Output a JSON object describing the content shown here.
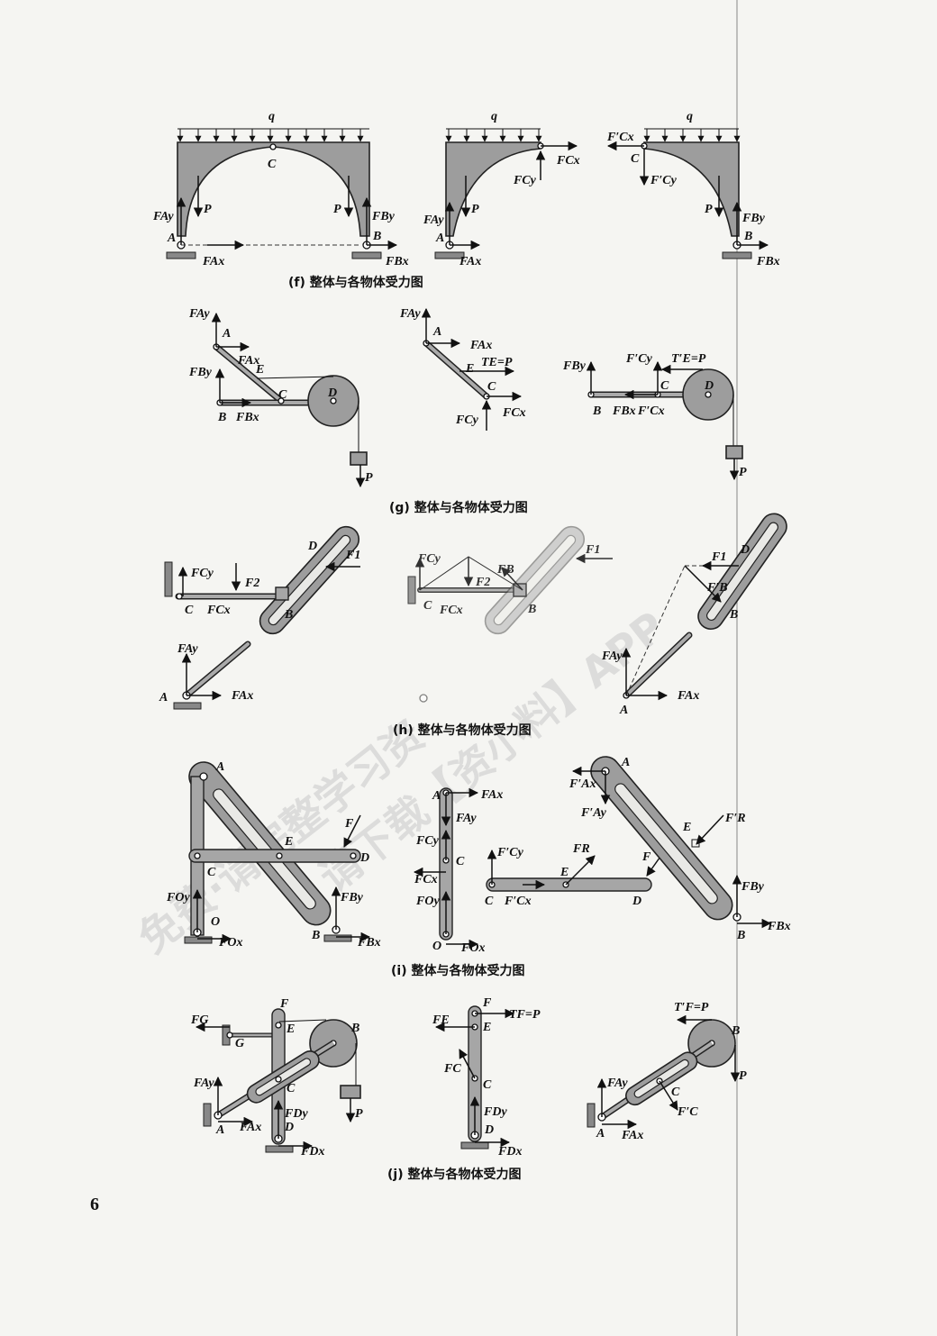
{
  "page_number": "6",
  "captions": {
    "f": "(f) 整体与各物体受力图",
    "g": "(g) 整体与各物体受力图",
    "h": "(h) 整体与各物体受力图",
    "i": "(i) 整体与各物体受力图",
    "j": "(j) 整体与各物体受力图"
  },
  "watermark": {
    "line1": "免费·请完整学习资",
    "line2": "请下载【资小料】APP"
  },
  "labels": {
    "q": "q",
    "A": "A",
    "B": "B",
    "C": "C",
    "D": "D",
    "E": "E",
    "F": "F",
    "G": "G",
    "O": "O",
    "P": "P",
    "FAx": "FAx",
    "FAy": "FAy",
    "FBx": "FBx",
    "FBy": "FBy",
    "FCx": "FCx",
    "FCy": "FCy",
    "FCxp": "F′Cx",
    "FCyp": "F′Cy",
    "TE": "TE=P",
    "TEp": "T′E=P",
    "F1": "F1",
    "F2": "F2",
    "FB": "FB",
    "FBp": "F′B",
    "Fi": "F",
    "FOx": "FOx",
    "FOy": "FOy",
    "FAxp": "F′Ax",
    "FAyp": "F′Ay",
    "FR": "FR",
    "FRp": "F′R",
    "FG": "FG",
    "FE": "FE",
    "FDx": "FDx",
    "FDy": "FDy",
    "FC": "FC",
    "FCp": "F′C",
    "TF": "TF=P",
    "TFp": "T′F=P"
  }
}
